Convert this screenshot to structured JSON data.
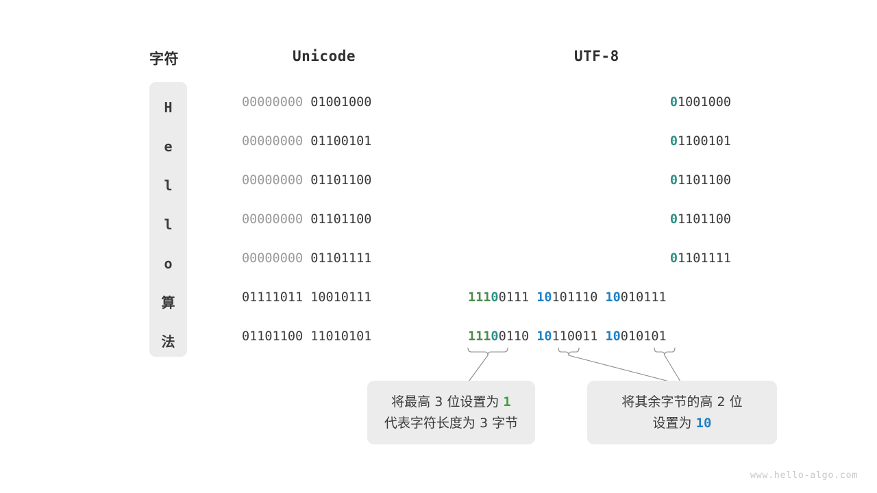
{
  "headers": {
    "character": "字符",
    "unicode": "Unicode",
    "utf8": "UTF-8"
  },
  "rows": [
    {
      "char": "H",
      "unicode_high": "00000000",
      "unicode_low": "01001000",
      "utf8_ascii_lead": "0",
      "utf8_ascii_rest": "1001000"
    },
    {
      "char": "e",
      "unicode_high": "00000000",
      "unicode_low": "01100101",
      "utf8_ascii_lead": "0",
      "utf8_ascii_rest": "1100101"
    },
    {
      "char": "l",
      "unicode_high": "00000000",
      "unicode_low": "01101100",
      "utf8_ascii_lead": "0",
      "utf8_ascii_rest": "1101100"
    },
    {
      "char": "l",
      "unicode_high": "00000000",
      "unicode_low": "01101100",
      "utf8_ascii_lead": "0",
      "utf8_ascii_rest": "1101100"
    },
    {
      "char": "o",
      "unicode_high": "00000000",
      "unicode_low": "01101111",
      "utf8_ascii_lead": "0",
      "utf8_ascii_rest": "1101111"
    },
    {
      "char": "算",
      "unicode_high": "01111011",
      "unicode_low": "10010111",
      "utf8_b1_green": "111",
      "utf8_b1_teal": "0",
      "utf8_b1_rest": "0111",
      "utf8_b2_blue": "10",
      "utf8_b2_rest": "101110",
      "utf8_b3_blue": "10",
      "utf8_b3_rest": "010111"
    },
    {
      "char": "法",
      "unicode_high": "01101100",
      "unicode_low": "11010101",
      "utf8_b1_green": "111",
      "utf8_b1_teal": "0",
      "utf8_b1_rest": "0110",
      "utf8_b2_blue": "10",
      "utf8_b2_rest": "110011",
      "utf8_b3_blue": "10",
      "utf8_b3_rest": "010101"
    }
  ],
  "callouts": [
    {
      "line1_a": "将最高 3 位设置为 ",
      "line1_hl": "1",
      "line2": "代表字符长度为 3 字节"
    },
    {
      "line1": "将其余字节的高 2 位",
      "line2_a": "设置为 ",
      "line2_hl": "10"
    }
  ],
  "watermark": "www.hello-algo.com",
  "colors": {
    "teal": "#2e9186",
    "green": "#4a8c4a",
    "blue": "#1f7fc4",
    "dim": "#9a9a9a",
    "text": "#3a3a3a",
    "panel": "#ececec"
  }
}
